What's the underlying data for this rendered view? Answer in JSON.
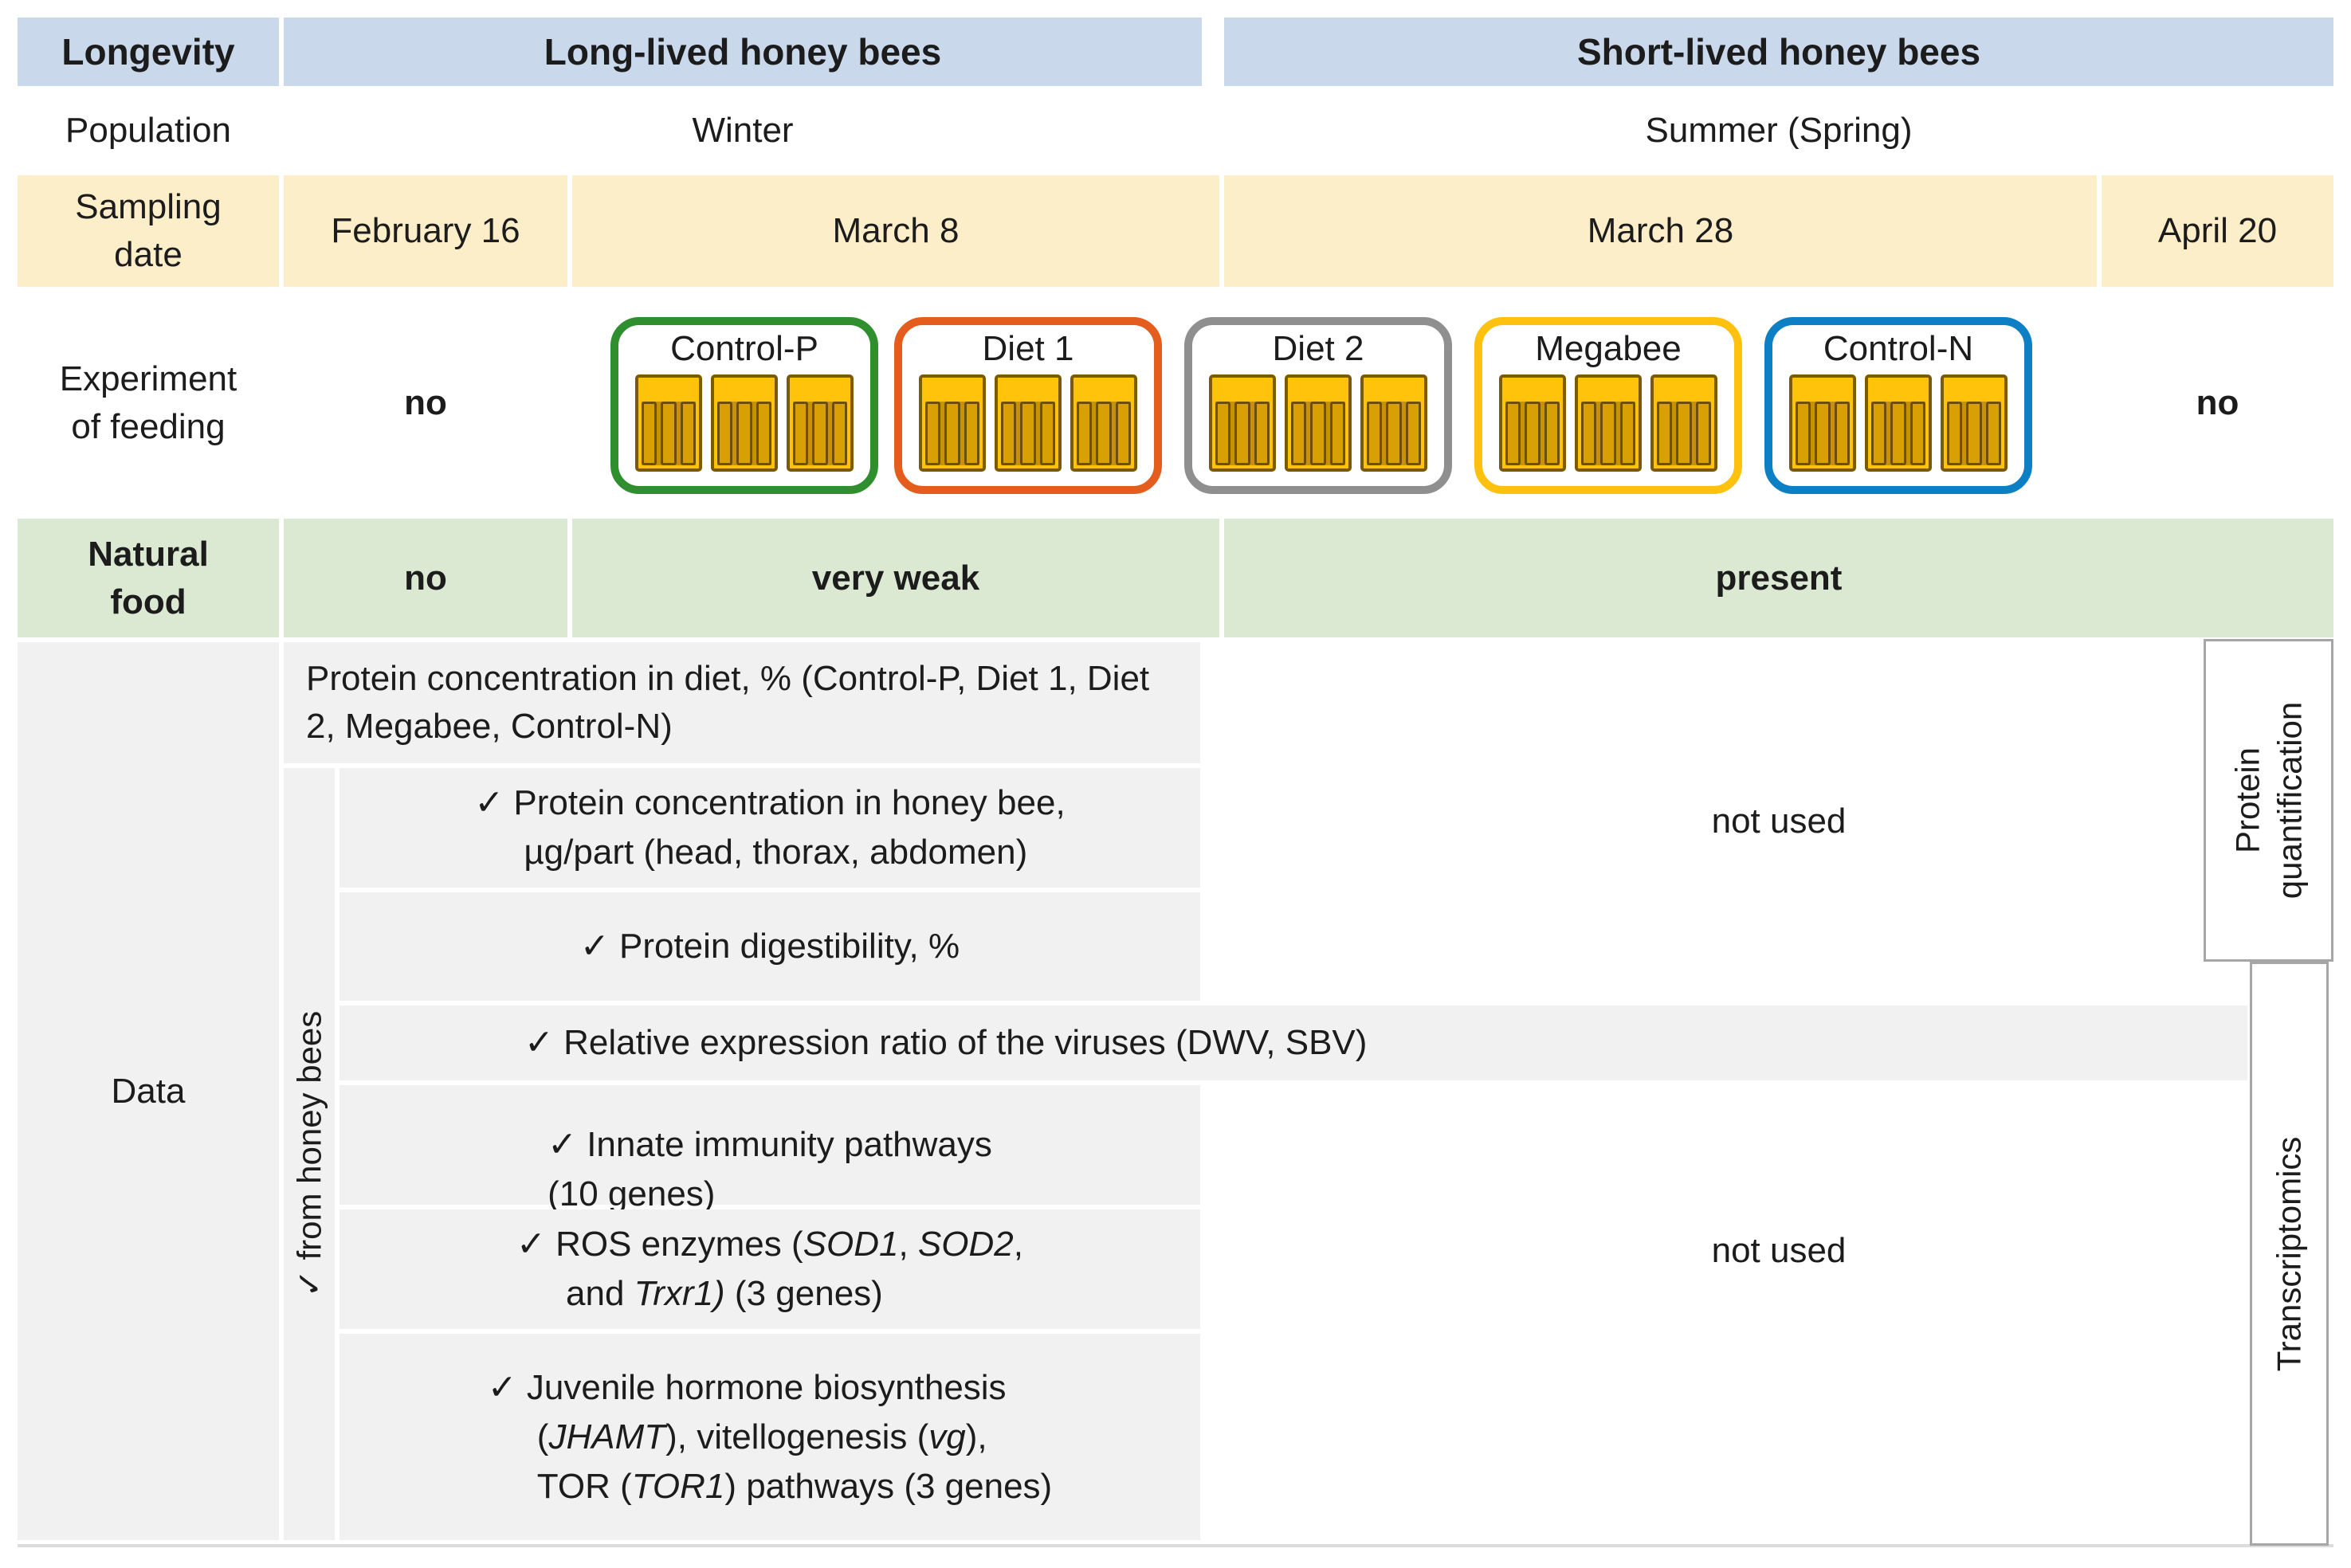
{
  "colors": {
    "header_blue": "#c9d9eb",
    "date_cream": "#fdeeca",
    "natural_green": "#dbe9d3",
    "cell_gray": "#f1f1f1",
    "frame_amber": "#ffc30b",
    "frame_border": "#7b5a00",
    "box_green": "#2f8f2f",
    "box_orange": "#e55d1d",
    "box_gray": "#8f8f8f",
    "box_gold": "#fec10d",
    "box_blue": "#0d7fc5"
  },
  "header": {
    "longevity": "Longevity",
    "long_lived": "Long-lived honey bees",
    "short_lived": "Short-lived honey bees"
  },
  "population": {
    "label": "Population",
    "winter": "Winter",
    "summer": "Summer (Spring)"
  },
  "sampling": {
    "label": "Sampling\ndate",
    "dates": [
      "February 16",
      "March 8",
      "March 28",
      "April 20"
    ]
  },
  "feeding": {
    "label": "Experiment\nof feeding",
    "no_left": "no",
    "no_right": "no",
    "groups": [
      {
        "name": "Control-P",
        "color": "#2f8f2f"
      },
      {
        "name": "Diet 1",
        "color": "#e55d1d"
      },
      {
        "name": "Diet 2",
        "color": "#8f8f8f"
      },
      {
        "name": "Megabee",
        "color": "#fec10d"
      },
      {
        "name": "Control-N",
        "color": "#0d7fc5"
      }
    ]
  },
  "natural_food": {
    "label": "Natural\nfood",
    "no": "no",
    "very_weak": "very weak",
    "present": "present"
  },
  "data": {
    "label": "Data",
    "protein_diet": "Protein concentration in diet, % (Control-P, Diet 1, Diet 2, Megabee, Control-N)",
    "from_honey_bees": "✓ from honey bees",
    "not_used_top": "not used",
    "not_used_bottom": "not used",
    "protein_quant_line1": "Protein",
    "protein_quant_line2": "quantification",
    "transcriptomics": "Transcriptomics",
    "rows": [
      {
        "name": "protein-concentration-honey-bee",
        "lines": [
          {
            "k": "h",
            "seg": [
              {
                "t": "✓ Protein concentration in honey bee,"
              }
            ]
          },
          {
            "k": "i",
            "seg": [
              {
                "t": "µg/part (head, thorax, abdomen)"
              }
            ]
          }
        ]
      },
      {
        "name": "protein-digestibility",
        "lines": [
          {
            "k": "h",
            "seg": [
              {
                "t": "✓ Protein digestibility, %"
              }
            ]
          }
        ]
      },
      {
        "name": "virus-expression",
        "lines": [
          {
            "k": "h",
            "seg": [
              {
                "t": "✓ Relative expression ratio of the viruses (DWV, SBV)"
              }
            ]
          }
        ]
      },
      {
        "name": "innate-immunity",
        "lines": [
          {
            "k": "h",
            "seg": [
              {
                "t": "✓ Innate immunity pathways"
              }
            ]
          },
          {
            "k": "c",
            "seg": [
              {
                "t": "(10 genes)"
              }
            ]
          }
        ]
      },
      {
        "name": "ros-enzymes",
        "lines": [
          {
            "k": "h",
            "seg": [
              {
                "t": "✓ ROS enzymes ("
              },
              {
                "t": "SOD1",
                "i": true
              },
              {
                "t": ", "
              },
              {
                "t": "SOD2",
                "i": true
              },
              {
                "t": ","
              }
            ]
          },
          {
            "k": "i",
            "seg": [
              {
                "t": "and "
              },
              {
                "t": "Trxr1)",
                "i": true
              },
              {
                "t": " (3 genes)"
              }
            ]
          }
        ]
      },
      {
        "name": "juvenile-hormone",
        "lines": [
          {
            "k": "h",
            "seg": [
              {
                "t": "✓ Juvenile hormone biosynthesis"
              }
            ]
          },
          {
            "k": "i",
            "seg": [
              {
                "t": "("
              },
              {
                "t": "JHAMT",
                "i": true
              },
              {
                "t": "), vitellogenesis ("
              },
              {
                "t": "vg",
                "i": true
              },
              {
                "t": "),"
              }
            ]
          },
          {
            "k": "i",
            "seg": [
              {
                "t": "TOR ("
              },
              {
                "t": "TOR1",
                "i": true
              },
              {
                "t": ") pathways (3 genes)"
              }
            ]
          }
        ]
      }
    ]
  }
}
